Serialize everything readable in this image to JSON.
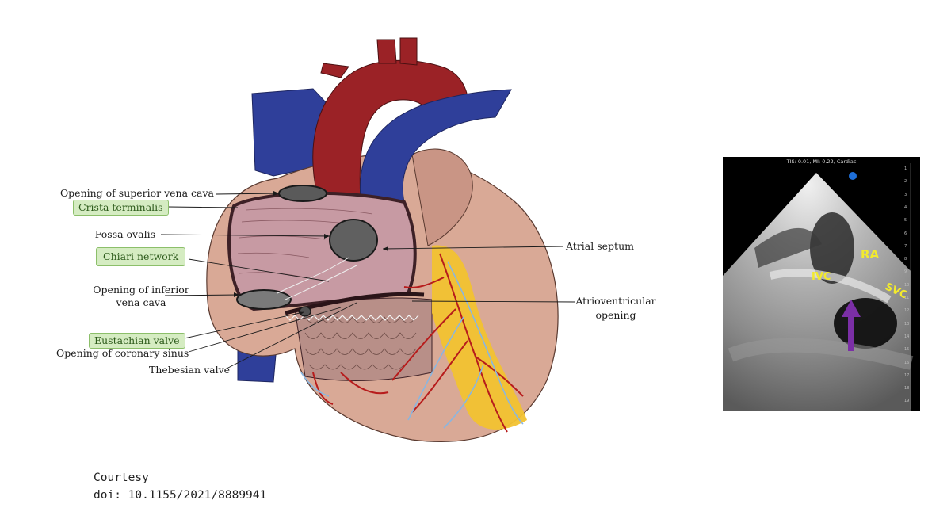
{
  "heart_labels": {
    "svc_opening": "Opening of superior vena cava",
    "crista_terminalis": "Crista terminalis",
    "fossa_ovalis": "Fossa ovalis",
    "chiari_network": "Chiari network",
    "ivc_opening_line1": "Opening of inferior",
    "ivc_opening_line2": "vena cava",
    "eustachian_valve": "Eustachian valve",
    "coronary_sinus_opening": "Opening of coronary sinus",
    "thebesian_valve": "Thebesian valve",
    "atrial_septum": "Atrial septum",
    "av_opening_line1": "Atrioventricular",
    "av_opening_line2": "opening"
  },
  "highlighted_labels": [
    "Crista terminalis",
    "Chiari network",
    "Eustachian valve"
  ],
  "echo": {
    "header": "TIS: 0.01, MI: 0.22, Cardiac",
    "labels": {
      "ra": "RA",
      "ivc": "IVC",
      "svc": "SVC"
    },
    "depth_scale": [
      "1",
      "2",
      "3",
      "4",
      "5",
      "6",
      "7",
      "8",
      "9",
      "10",
      "11",
      "12",
      "13",
      "14",
      "15",
      "16",
      "17",
      "18",
      "19"
    ],
    "arrow_color": "#7b2fa6",
    "label_color": "#f2ea2e"
  },
  "courtesy": {
    "line1": "Courtesy",
    "line2": "doi: 10.1155/2021/8889941"
  },
  "colors": {
    "aorta": "#9b2226",
    "vena_cava": "#2f3f9a",
    "heart_outer": "#d9a996",
    "atrium_inner": "#c79aa3",
    "fat_yellow": "#f2c230",
    "highlight_box": "#d5ecc2"
  }
}
